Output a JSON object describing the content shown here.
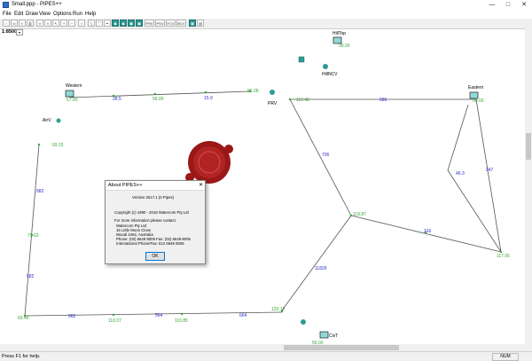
{
  "window": {
    "title": "Small.ppp - PIPES++",
    "min": "—",
    "max": "□",
    "close": "✕"
  },
  "menu": [
    "File",
    "Edit",
    "Draw",
    "View",
    "Options",
    "Run",
    "Help"
  ],
  "toolbar": {
    "buttons": [
      "new",
      "open",
      "save",
      "print",
      "find",
      "zoom",
      "select",
      "zoom-in",
      "zoom-out",
      "circle",
      "line",
      "curve",
      "pipe",
      "valve-a",
      "valve-b",
      "reservoir",
      "tank",
      "PRV",
      "PSV",
      "FCV",
      "BCV",
      "grid",
      "calc"
    ],
    "labels": {
      "prv": "PRV",
      "psv": "PSV",
      "fcv": "FCV",
      "bcv": "BCV"
    }
  },
  "scale": {
    "value": "1:8500",
    "dropdown": "▾"
  },
  "nodes": [
    {
      "name": "Western",
      "elev": "57.00"
    },
    {
      "name": "HillTop",
      "elev": "90.00"
    },
    {
      "name": "Eastern",
      "elev": "90.00"
    },
    {
      "name": "CivT",
      "elev": "56.00"
    }
  ],
  "node_labels": [
    "AirV",
    "PRV",
    "HillNCV"
  ],
  "elevations": [
    "28.5",
    "56.00",
    "15.9",
    "85.28",
    "112.48",
    "69.15",
    "79.63",
    "69.46",
    "110.07",
    "110.85",
    "120.12",
    "118.87",
    "117.56"
  ],
  "pipe_labels": [
    "686",
    "706",
    "882",
    "582",
    "562",
    "564",
    "664",
    "11826",
    "316",
    "46.3",
    "247"
  ],
  "dialog": {
    "title": "About PIPES++",
    "close": "✕",
    "version": "Version 2017.1 (0 Pipes)",
    "copyright": "Copyright (c) 1990 - 2016 Watercom Pty Ltd",
    "contact": "For more information please contact",
    "company": "Watercom Pty Ltd",
    "addr1": "15 Little Moon Close",
    "addr2": "Woodi 2462, Australia",
    "phone": "Phone: (02) 6649 8005    Fax: (02) 6649 8005",
    "intl": "International Phone/Fax: 612 6649 8005",
    "ok": "OK"
  },
  "status": {
    "message": "Press F1 for help.",
    "num": "NUM"
  },
  "colors": {
    "pipe": "#555555",
    "node_fill": "#8fd8d8",
    "elev_label": "#3aa53a",
    "pipe_label": "#2b2bd0",
    "seal": "#9a1818"
  }
}
